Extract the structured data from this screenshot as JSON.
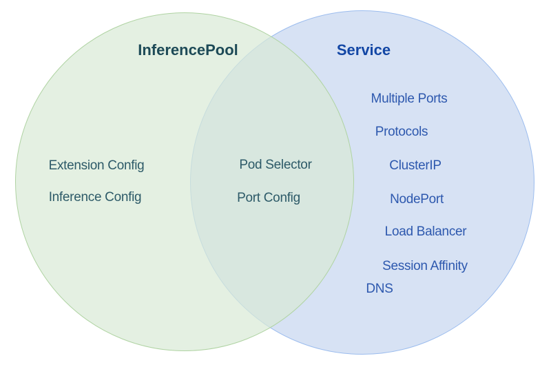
{
  "diagram": {
    "type": "venn",
    "left_circle": {
      "title": "InferencePool",
      "items": [
        "Extension Config",
        "Inference Config"
      ],
      "fill_color": "#e4f0e2",
      "border_color": "#afd3a2",
      "title_color": "#1d4a57",
      "text_color": "#2d5a68"
    },
    "overlap": {
      "items": [
        "Pod Selector",
        "Port Config"
      ],
      "fill_color": "#d8e8dd"
    },
    "right_circle": {
      "title": "Service",
      "items": [
        "Multiple Ports",
        "Protocols",
        "ClusterIP",
        "NodePort",
        "Load Balancer",
        "Session Affinity",
        "DNS"
      ],
      "fill_color": "#d7e2f4",
      "border_color": "#9bbcee",
      "title_color": "#1347a5",
      "text_color": "#2d58ae"
    }
  }
}
